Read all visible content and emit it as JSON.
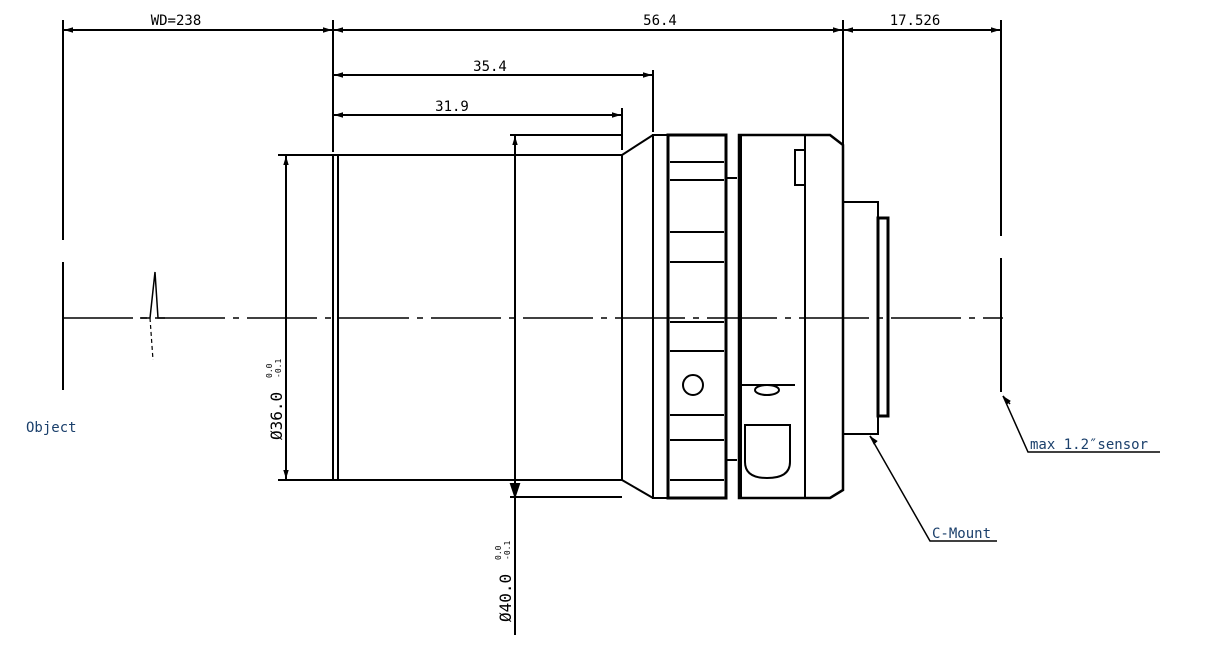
{
  "dimensions": {
    "wd": "WD=238",
    "total_length": "56.4",
    "back_focal": "17.526",
    "len_35": "35.4",
    "len_31": "31.9",
    "dia_36": "Ø36.0",
    "dia_36_tol_upper": "0.0",
    "dia_36_tol_lower": "-0.1",
    "dia_40": "Ø40.0",
    "dia_40_tol_upper": "0.0",
    "dia_40_tol_lower": "-0.1"
  },
  "labels": {
    "object": "Object",
    "sensor": "max 1.2″sensor",
    "mount": "C-Mount"
  }
}
